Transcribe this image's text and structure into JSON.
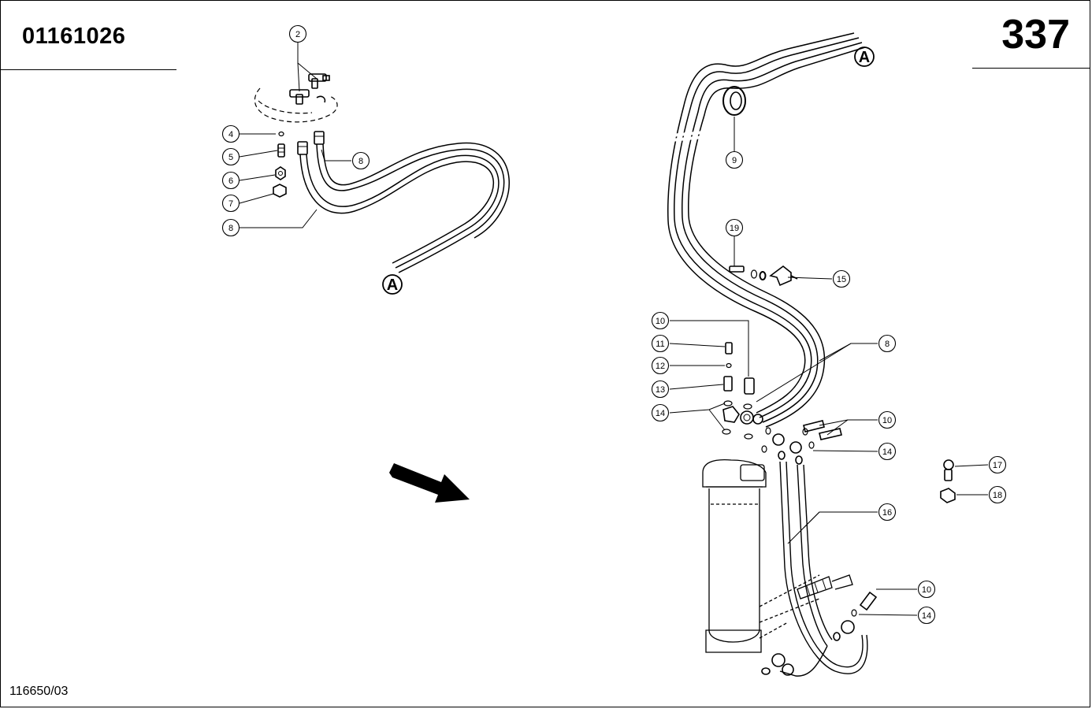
{
  "header": {
    "document_number": "01161026",
    "page_number": "337"
  },
  "footer": {
    "drawing_reference": "116650/03"
  },
  "markers": {
    "connection_left": "A",
    "connection_right": "A"
  },
  "callouts": {
    "c2": "2",
    "c4": "4",
    "c5": "5",
    "c6": "6",
    "c7": "7",
    "c8a": "8",
    "c8b": "8",
    "c9": "9",
    "c19": "19",
    "c15": "15",
    "c10a": "10",
    "c11": "11",
    "c12": "12",
    "c13": "13",
    "c14a": "14",
    "c8c": "8",
    "c10b": "10",
    "c14b": "14",
    "c17": "17",
    "c18": "18",
    "c16": "16",
    "c10c": "10",
    "c14c": "14"
  }
}
